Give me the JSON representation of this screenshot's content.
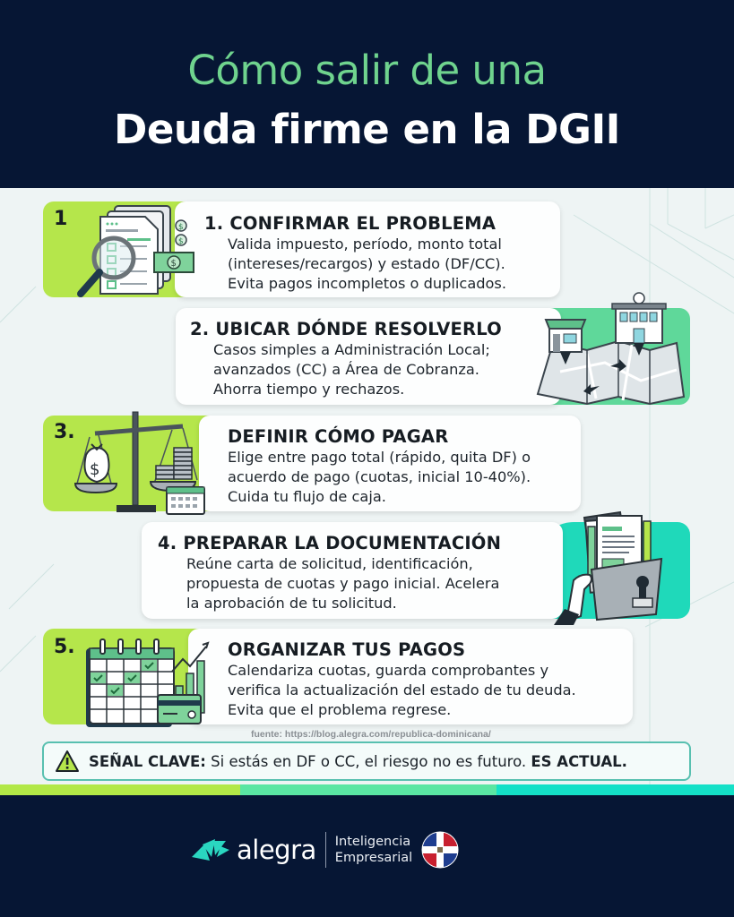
{
  "header": {
    "title_line1": "Cómo salir de una",
    "title_line2": "Deuda firme en la DGII"
  },
  "colors": {
    "navy": "#061634",
    "title_green": "#6fd38e",
    "lime": "#b2e847",
    "mint": "#5ae6a3",
    "teal": "#14e0c7",
    "card": "#fdfefe",
    "signal_border": "#58c0b0"
  },
  "steps": [
    {
      "badge": "1",
      "title": "1. CONFIRMAR EL PROBLEMA",
      "lines": [
        "Valida impuesto, período, monto total",
        "(intereses/recargos) y estado (DF/CC).",
        "Evita pagos incompletos o duplicados."
      ],
      "icon": "magnifier-documents-icon"
    },
    {
      "badge": "",
      "title": "2. UBICAR DÓNDE RESOLVERLO",
      "lines": [
        "Casos simples a Administración Local;",
        "avanzados (CC) a Área de Cobranza.",
        "Ahorra tiempo y rechazos."
      ],
      "icon": "map-buildings-icon"
    },
    {
      "badge": "3.",
      "title": "DEFINIR CÓMO PAGAR",
      "lines": [
        "Elige entre pago total (rápido, quita DF) o",
        "acuerdo de pago (cuotas, inicial 10-40%).",
        "Cuida tu flujo de caja."
      ],
      "icon": "balance-scale-icon"
    },
    {
      "badge": "",
      "title": "4. PREPARAR LA DOCUMENTACIÓN",
      "lines": [
        "Reúne carta de solicitud, identificación,",
        "propuesta de cuotas y pago inicial. Acelera",
        "la aprobación de tu solicitud."
      ],
      "icon": "folder-documents-icon"
    },
    {
      "badge": "5.",
      "title": "ORGANIZAR TUS PAGOS",
      "lines": [
        "Calendariza cuotas, guarda comprobantes y",
        "verifica la actualización del estado de tu deuda.",
        "Evita que el problema regrese."
      ],
      "icon": "calendar-payments-icon"
    }
  ],
  "source": "fuente: https://blog.alegra.com/republica-dominicana/",
  "signal": {
    "label": "SEÑAL CLAVE:",
    "text": " Si estás en DF o CC, el riesgo no es futuro. ",
    "emphasis": "ES ACTUAL."
  },
  "footer": {
    "brand": "alegra",
    "tagline_line1": "Inteligencia",
    "tagline_line2": "Empresarial"
  }
}
